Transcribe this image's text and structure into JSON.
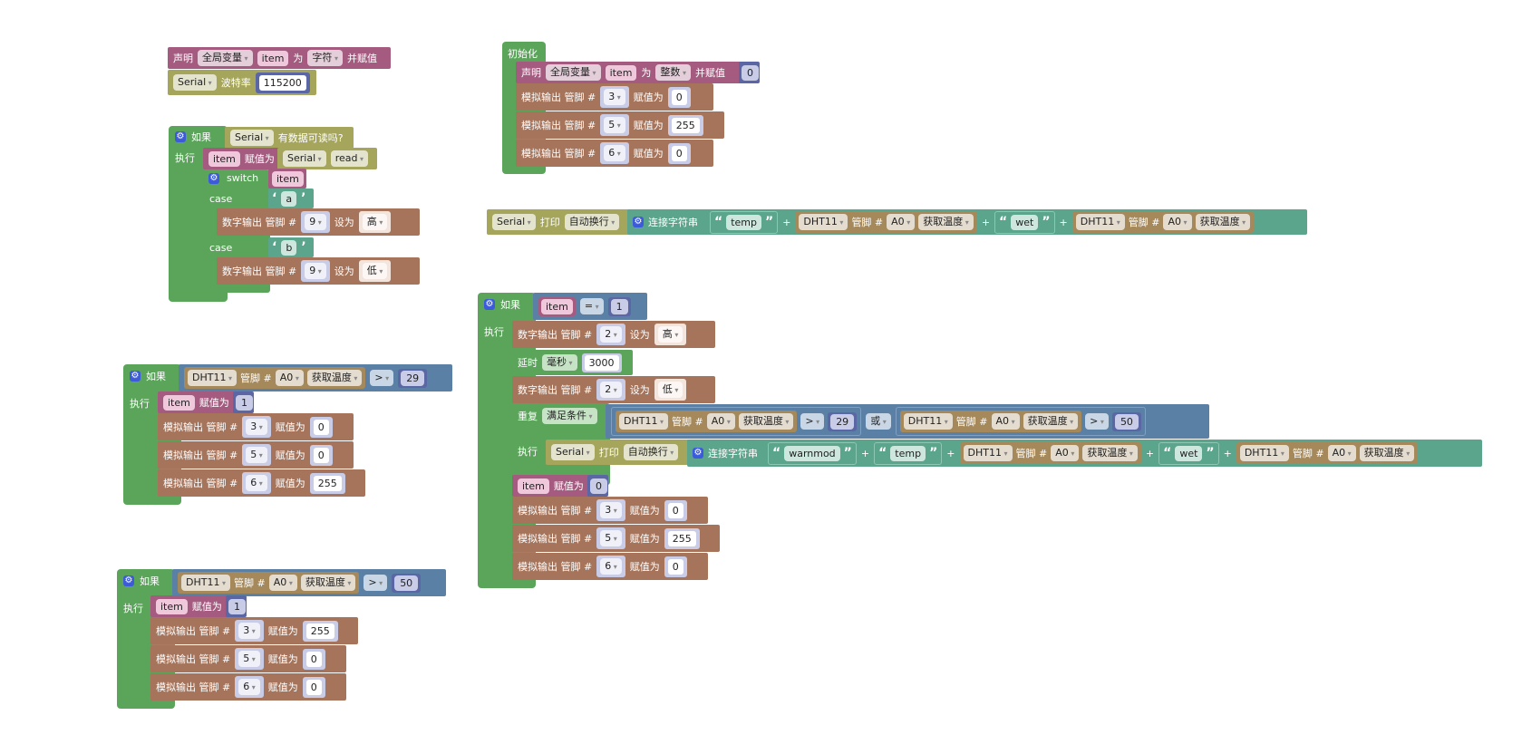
{
  "labels": {
    "declare": "声明",
    "global_var": "全局变量",
    "as": "为",
    "and_assign": "并赋值",
    "baud": "波特率",
    "if": "如果",
    "do": "执行",
    "has_data": "有数据可读吗?",
    "assign": "赋值为",
    "switch": "switch",
    "case": "case",
    "digital_out_pin": "数字输出 管脚 #",
    "set_to": "设为",
    "analog_out_pin": "模拟输出 管脚 #",
    "init": "初始化",
    "print": "打印",
    "newline": "自动换行",
    "concat": "连接字符串",
    "pin": "管脚 #",
    "get_temp": "获取温度",
    "delay": "延时",
    "ms": "毫秒",
    "repeat": "重复",
    "while_cond": "满足条件",
    "or": "或",
    "plus": "+",
    "serial": "Serial",
    "read": "read",
    "dht": "DHT11",
    "a0": "A0",
    "gt": ">",
    "eq": "=",
    "high": "高",
    "low": "低",
    "var_item": "item"
  },
  "block1": {
    "type_char": "字符",
    "baud_value": "115200"
  },
  "block2": {
    "pin": "9",
    "case_a": "a",
    "case_b": "b"
  },
  "block3": {
    "type_int": "整数",
    "init_value": "0",
    "rows": [
      {
        "pin": "3",
        "value": "0"
      },
      {
        "pin": "5",
        "value": "255"
      },
      {
        "pin": "6",
        "value": "0"
      }
    ]
  },
  "block4": {
    "str1": "temp",
    "str2": "wet"
  },
  "block5": {
    "threshold": "29",
    "assign_value": "1",
    "rows": [
      {
        "pin": "3",
        "value": "0"
      },
      {
        "pin": "5",
        "value": "0"
      },
      {
        "pin": "6",
        "value": "255"
      }
    ]
  },
  "block6": {
    "threshold": "50",
    "assign_value": "1",
    "rows": [
      {
        "pin": "3",
        "value": "255"
      },
      {
        "pin": "5",
        "value": "0"
      },
      {
        "pin": "6",
        "value": "0"
      }
    ]
  },
  "block7": {
    "eq_value": "1",
    "pin": "2",
    "delay_value": "3000",
    "cond1": "29",
    "cond2": "50",
    "str0": "warnmod",
    "str1": "temp",
    "str2": "wet",
    "assign_value": "0",
    "rows": [
      {
        "pin": "3",
        "value": "0"
      },
      {
        "pin": "5",
        "value": "255"
      },
      {
        "pin": "6",
        "value": "0"
      }
    ]
  }
}
